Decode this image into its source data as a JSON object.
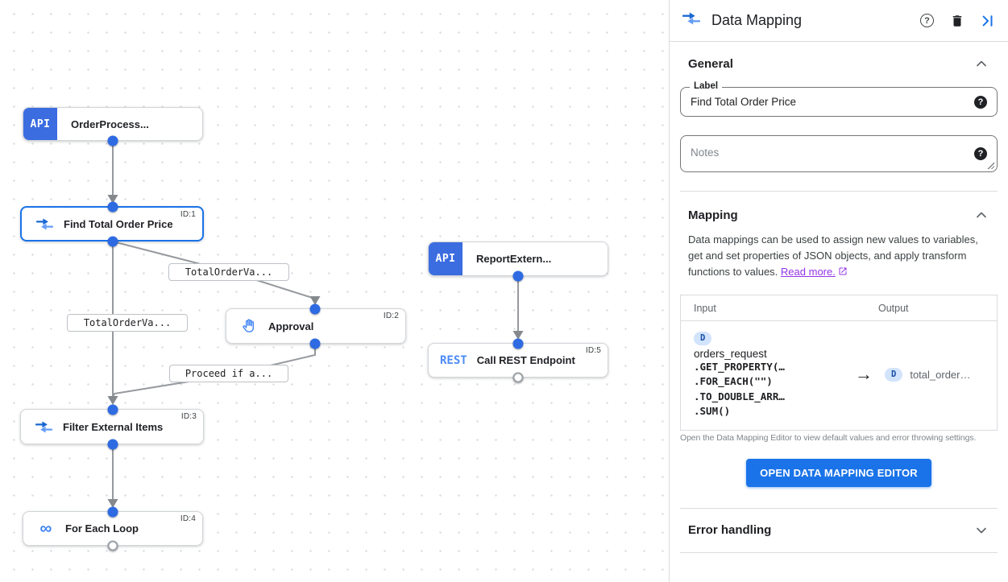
{
  "colors": {
    "accent_blue": "#1a73e8",
    "node_badge_blue": "#3b6ce0",
    "rest_blue": "#4c8bf5",
    "icon_blue": "#4285f4",
    "link_purple": "#9334e6",
    "edge_gray": "#9aa0a6",
    "dbadge_bg": "#d2e3fc",
    "dbadge_text": "#174ea6"
  },
  "canvas": {
    "nodes": [
      {
        "label": "OrderProcess...",
        "badge": "API"
      },
      {
        "label": "Find Total Order Price",
        "icon": "data-mapping-icon",
        "id": "ID:1",
        "selected": true
      },
      {
        "label": "Approval",
        "icon": "hand-icon",
        "id": "ID:2"
      },
      {
        "label": "ReportExtern...",
        "badge": "API"
      },
      {
        "label": "Call REST Endpoint",
        "badge": "REST",
        "id": "ID:5"
      },
      {
        "label": "Filter External Items",
        "icon": "data-mapping-icon",
        "id": "ID:3"
      },
      {
        "label": "For Each Loop",
        "icon": "loop-icon",
        "loop_glyph": "∞",
        "id": "ID:4"
      }
    ],
    "edge_labels": [
      "TotalOrderVa...",
      "TotalOrderVa...",
      "Proceed if a..."
    ]
  },
  "panel": {
    "title": "Data Mapping",
    "general": {
      "title": "General",
      "label_field": {
        "label": "Label",
        "value": "Find Total Order Price",
        "help": "?"
      },
      "notes_placeholder": "Notes"
    },
    "mapping": {
      "title": "Mapping",
      "description": "Data mappings can be used to assign new values to variables, get and set properties of JSON objects, and apply transform functions to values.",
      "read_more": "Read more.",
      "table": {
        "input_header": "Input",
        "output_header": "Output",
        "input_badge": "D",
        "input_var": "orders_request",
        "input_lines": [
          ".GET_PROPERTY(…",
          ".FOR_EACH(\"\")",
          ".TO_DOUBLE_ARR…",
          ".SUM()"
        ],
        "arrow": "→",
        "output_badge": "D",
        "output_var": "total_order…"
      },
      "hint": "Open the Data Mapping Editor to view default values and error throwing settings.",
      "button": "OPEN DATA MAPPING EDITOR"
    },
    "error_handling": {
      "title": "Error handling"
    }
  }
}
